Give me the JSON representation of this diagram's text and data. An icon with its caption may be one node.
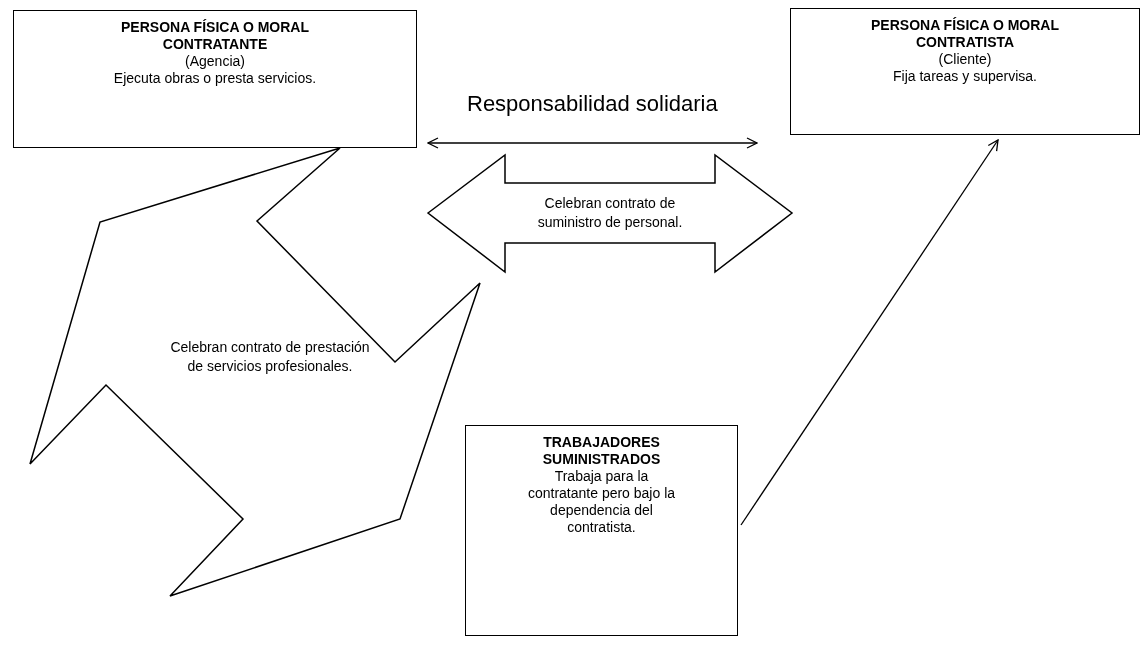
{
  "diagram": {
    "nodes": [
      {
        "text": [
          "PERSONA FÍSICA O MORAL CONTRATANTE",
          "(Agencia)",
          "Ejecuta obras o presta servicios."
        ]
      },
      {
        "text": [
          "PERSONA FÍSICA O MORAL CONTRATISTA",
          "(Cliente)",
          "Fija tareas y supervisa."
        ]
      },
      {
        "text": [
          "Celebran contrato de prestación de servicios profesionales."
        ]
      },
      {
        "text": [
          "Celebran contrato de suministro de personal."
        ]
      },
      {
        "text": [
          "TRABAJADORES SUMINISTRADOS",
          "Trabaja para la contratante pero bajo la dependencia del contratista."
        ]
      }
    ],
    "edges": [
      {
        "from": 0,
        "to": 1,
        "arrow": "both",
        "label": "Responsabilidad solidaria"
      },
      {
        "from": 4,
        "to": 1,
        "arrow": "to"
      }
    ]
  }
}
